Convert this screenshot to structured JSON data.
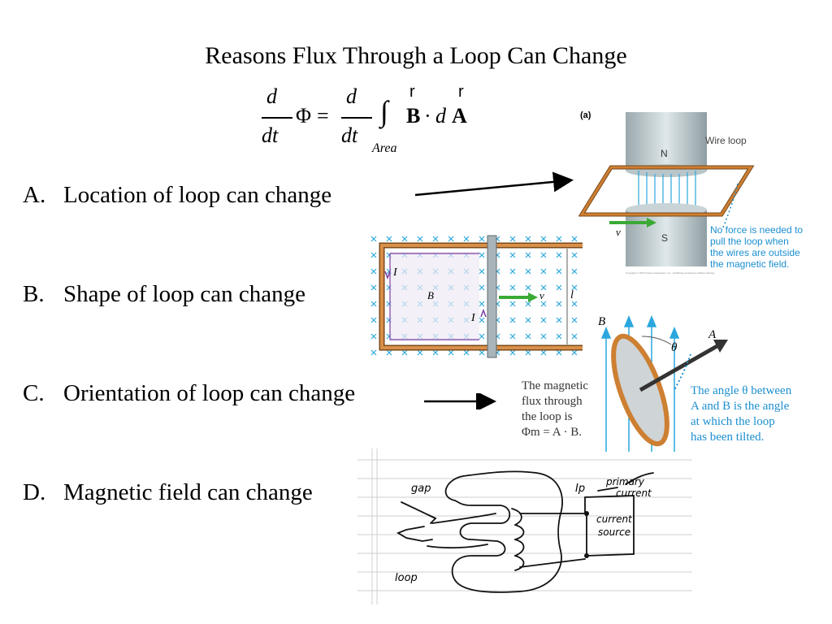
{
  "slide": {
    "title": "Reasons Flux Through a Loop Can Change",
    "equation": {
      "d": "d",
      "dt": "dt",
      "phi": "Φ",
      "equals": "=",
      "integral": "∫",
      "area": "Area",
      "B": "B",
      "dot": "·",
      "d_italic": "d",
      "A": "A",
      "vec_mark": "r"
    },
    "reasons": [
      {
        "letter": "A.",
        "text": "Location of loop can change"
      },
      {
        "letter": "B.",
        "text": "Shape of loop can change"
      },
      {
        "letter": "C.",
        "text": "Orientation of loop can change"
      },
      {
        "letter": "D.",
        "text": "Magnetic field can change"
      }
    ]
  },
  "figure_a": {
    "panel_label": "(a)",
    "north": "N",
    "south": "S",
    "wire_loop": "Wire loop",
    "velocity": "v",
    "note_lines": [
      "No force is needed to",
      "pull the loop when",
      "the wires are outside",
      "the magnetic field."
    ],
    "copyright": "Copyright © 2007 Pearson Education, Inc., publishing as Pearson Addison-Wesley."
  },
  "figure_b": {
    "current": "I",
    "field": "B",
    "velocity": "v",
    "length": "l"
  },
  "figure_c": {
    "field": "B",
    "area": "A",
    "theta": "θ",
    "left_lines": [
      "The magnetic",
      "flux through",
      "the loop is",
      "Φm = A · B."
    ],
    "right_lines": [
      "The angle θ between",
      "A and B is the angle",
      "at which the loop",
      "has been tilted."
    ]
  },
  "figure_d": {
    "gap": "gap",
    "loop": "loop",
    "ip": "Ip",
    "primary_1": "primary",
    "primary_2": "current",
    "source_1": "current",
    "source_2": "source"
  },
  "colors": {
    "copper": "#cd7f32",
    "blue": "#2aa7dd",
    "green": "#3aaa35",
    "note_blue": "#1c8fd0",
    "purple": "#7b3fa0"
  }
}
